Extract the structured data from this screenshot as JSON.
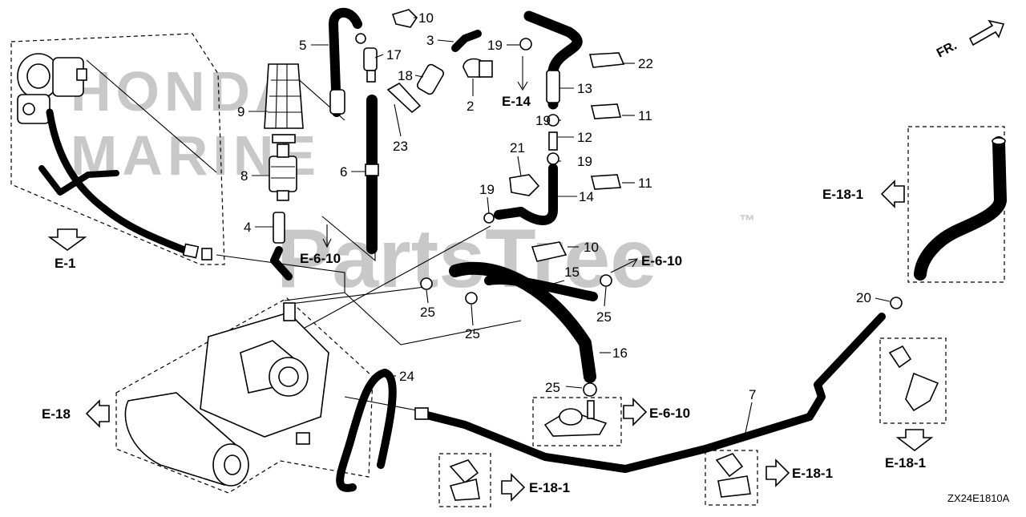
{
  "diagram": {
    "drawing_code": "ZX24E1810A",
    "front_label": "FR.",
    "watermarks": {
      "brand_line1": "HONDA",
      "brand_line2": "MARINE",
      "site": "PartsTree",
      "trademark": "™"
    },
    "callouts": [
      {
        "id": "c2",
        "text": "2"
      },
      {
        "id": "c3",
        "text": "3"
      },
      {
        "id": "c4",
        "text": "4"
      },
      {
        "id": "c5",
        "text": "5"
      },
      {
        "id": "c6",
        "text": "6"
      },
      {
        "id": "c7",
        "text": "7"
      },
      {
        "id": "c8",
        "text": "8"
      },
      {
        "id": "c9",
        "text": "9"
      },
      {
        "id": "c10a",
        "text": "10"
      },
      {
        "id": "c10b",
        "text": "10"
      },
      {
        "id": "c11a",
        "text": "11"
      },
      {
        "id": "c11b",
        "text": "11"
      },
      {
        "id": "c12",
        "text": "12"
      },
      {
        "id": "c13",
        "text": "13"
      },
      {
        "id": "c14",
        "text": "14"
      },
      {
        "id": "c15",
        "text": "15"
      },
      {
        "id": "c16",
        "text": "16"
      },
      {
        "id": "c17",
        "text": "17"
      },
      {
        "id": "c18",
        "text": "18"
      },
      {
        "id": "c19a",
        "text": "19"
      },
      {
        "id": "c19b",
        "text": "19"
      },
      {
        "id": "c19c",
        "text": "19"
      },
      {
        "id": "c19d",
        "text": "19"
      },
      {
        "id": "c20",
        "text": "20"
      },
      {
        "id": "c21",
        "text": "21"
      },
      {
        "id": "c22",
        "text": "22"
      },
      {
        "id": "c23",
        "text": "23"
      },
      {
        "id": "c24",
        "text": "24"
      },
      {
        "id": "c25a",
        "text": "25"
      },
      {
        "id": "c25b",
        "text": "25"
      },
      {
        "id": "c25c",
        "text": "25"
      },
      {
        "id": "c25d",
        "text": "25"
      }
    ],
    "references": [
      {
        "id": "r1",
        "text": "E-1"
      },
      {
        "id": "r2",
        "text": "E-6-10"
      },
      {
        "id": "r3",
        "text": "E-14"
      },
      {
        "id": "r4",
        "text": "E-6-10"
      },
      {
        "id": "r5",
        "text": "E-6-10"
      },
      {
        "id": "r6",
        "text": "E-18"
      },
      {
        "id": "r7",
        "text": "E-18-1"
      },
      {
        "id": "r8",
        "text": "E-18-1"
      },
      {
        "id": "r9",
        "text": "E-18-1"
      },
      {
        "id": "r10",
        "text": "E-18-1"
      }
    ]
  }
}
